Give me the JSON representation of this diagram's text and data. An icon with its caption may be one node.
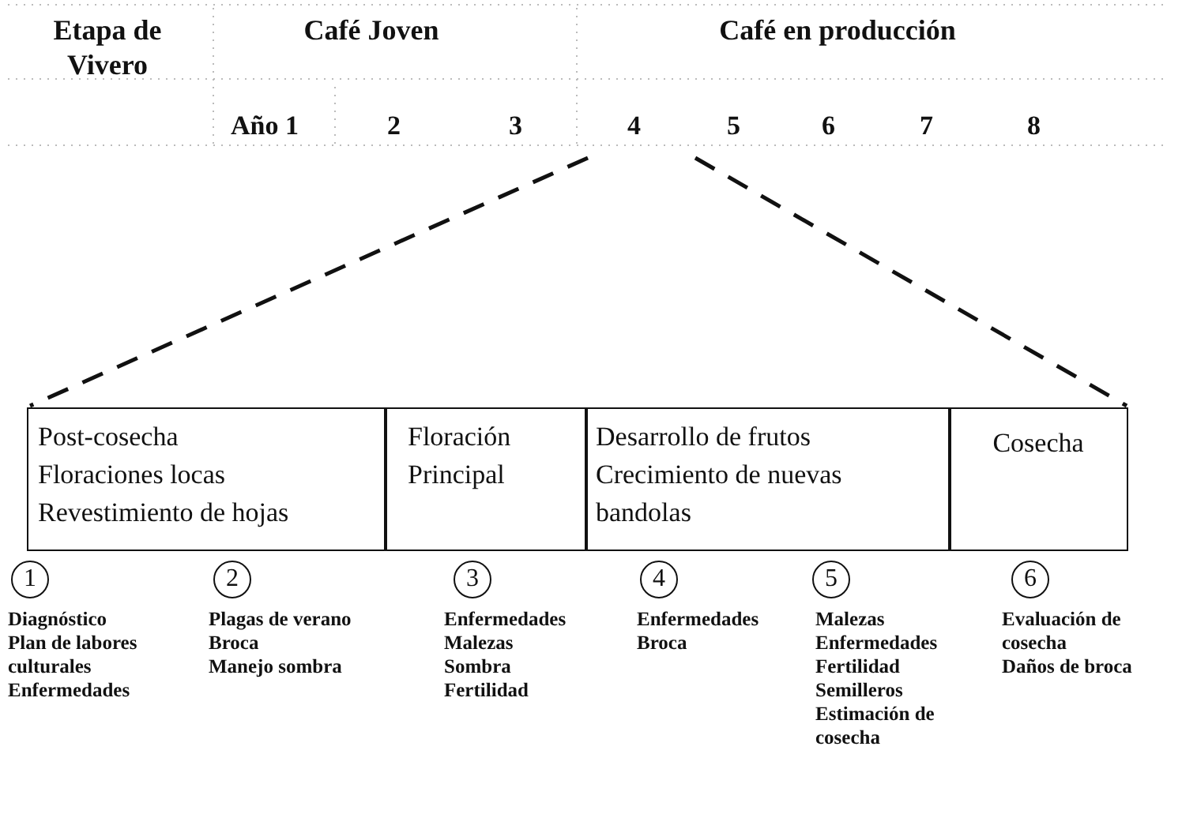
{
  "diagram": {
    "nodes": [
      {
        "text": [
          "Post-cosecha",
          "Floraciones locas",
          "Revestimiento de hojas"
        ]
      },
      {
        "text": [
          "Floración Principal"
        ]
      },
      {
        "text": [
          "Desarrollo de frutos",
          "Crecimiento de nuevas bandolas"
        ]
      },
      {
        "text": [
          "Cosecha"
        ]
      }
    ],
    "edges": [],
    "labels": [
      "Etapa de Vivero",
      "Café Joven",
      "Café en producción",
      "Año 1",
      "2",
      "3",
      "4",
      "5",
      "6",
      "7",
      "8",
      "1",
      "Diagnóstico",
      "Plan de labores culturales",
      "Enfermedades",
      "2",
      "Plagas de verano",
      "Broca",
      "Manejo sombra",
      "3",
      "Enfermedades",
      "Malezas",
      "Sombra",
      "Fertilidad",
      "4",
      "Enfermedades",
      "Broca",
      "5",
      "Malezas",
      "Enfermedades",
      "Fertilidad",
      "Semilleros",
      "Estimación de cosecha",
      "6",
      "Evaluación de cosecha",
      "Daños de broca"
    ]
  }
}
